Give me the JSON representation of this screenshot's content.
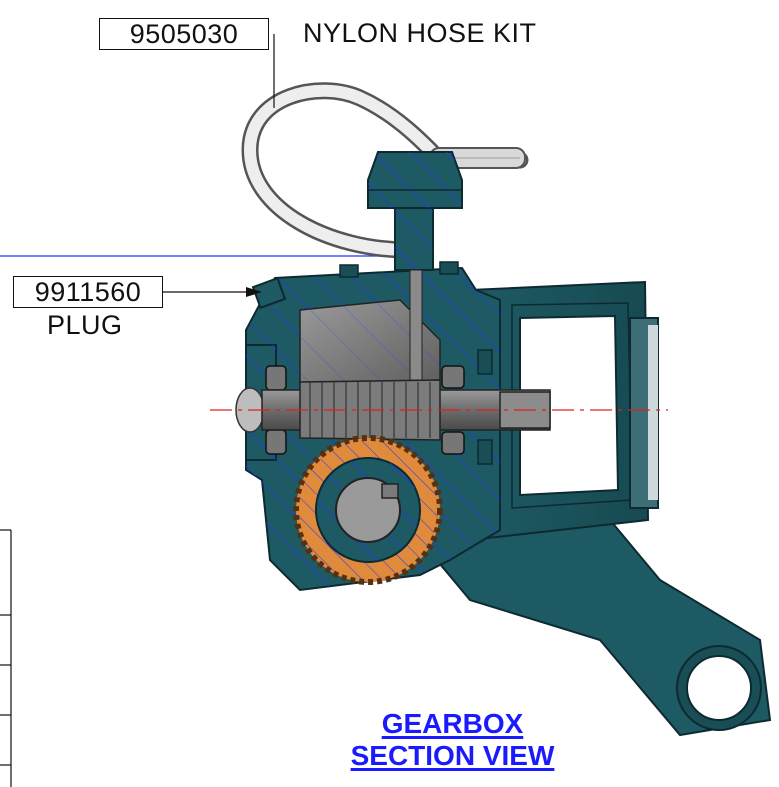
{
  "callouts": [
    {
      "part_number": "9505030",
      "description": "NYLON HOSE KIT"
    },
    {
      "part_number": "9911560",
      "description": "PLUG"
    }
  ],
  "view_title": {
    "line1": "GEARBOX",
    "line2": "SECTION VIEW"
  },
  "colors": {
    "housing": "#1e5a64",
    "housing_dark": "#123c44",
    "hatch": "#2233ff",
    "gear": "#e08a3c",
    "shaft": "#6d6d6d",
    "title": "#1a1aff",
    "centerline": "#e02020"
  }
}
